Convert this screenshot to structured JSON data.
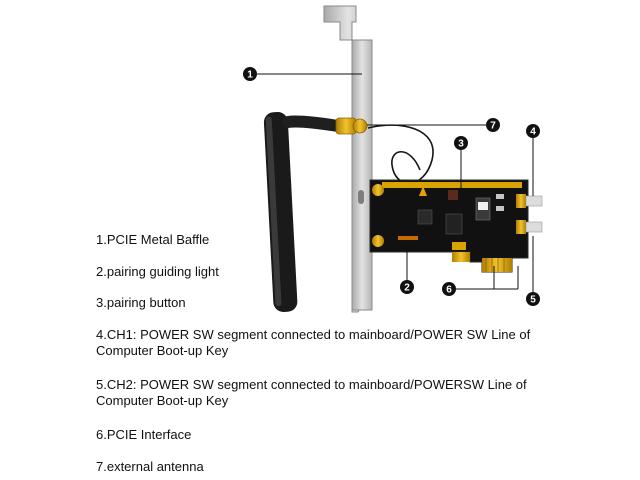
{
  "legend": [
    "1.PCIE Metal Baffle",
    "2.pairing guiding light",
    "3.pairing button",
    "4.CH1: POWER SW segment connected to mainboard/POWER SW Line of Computer Boot-up Key",
    "5.CH2: POWER SW segment connected to mainboard/POWERSW Line of Computer Boot-up Key",
    "6.PCIE Interface",
    "7.external antenna"
  ],
  "callouts": [
    "1",
    "2",
    "3",
    "4",
    "5",
    "6",
    "7"
  ],
  "colors": {
    "bracket": "#cfcfcf",
    "pcb": "#111111",
    "gold": "#d9a300",
    "antenna": "#1a1a1a",
    "marker": "#111111"
  }
}
